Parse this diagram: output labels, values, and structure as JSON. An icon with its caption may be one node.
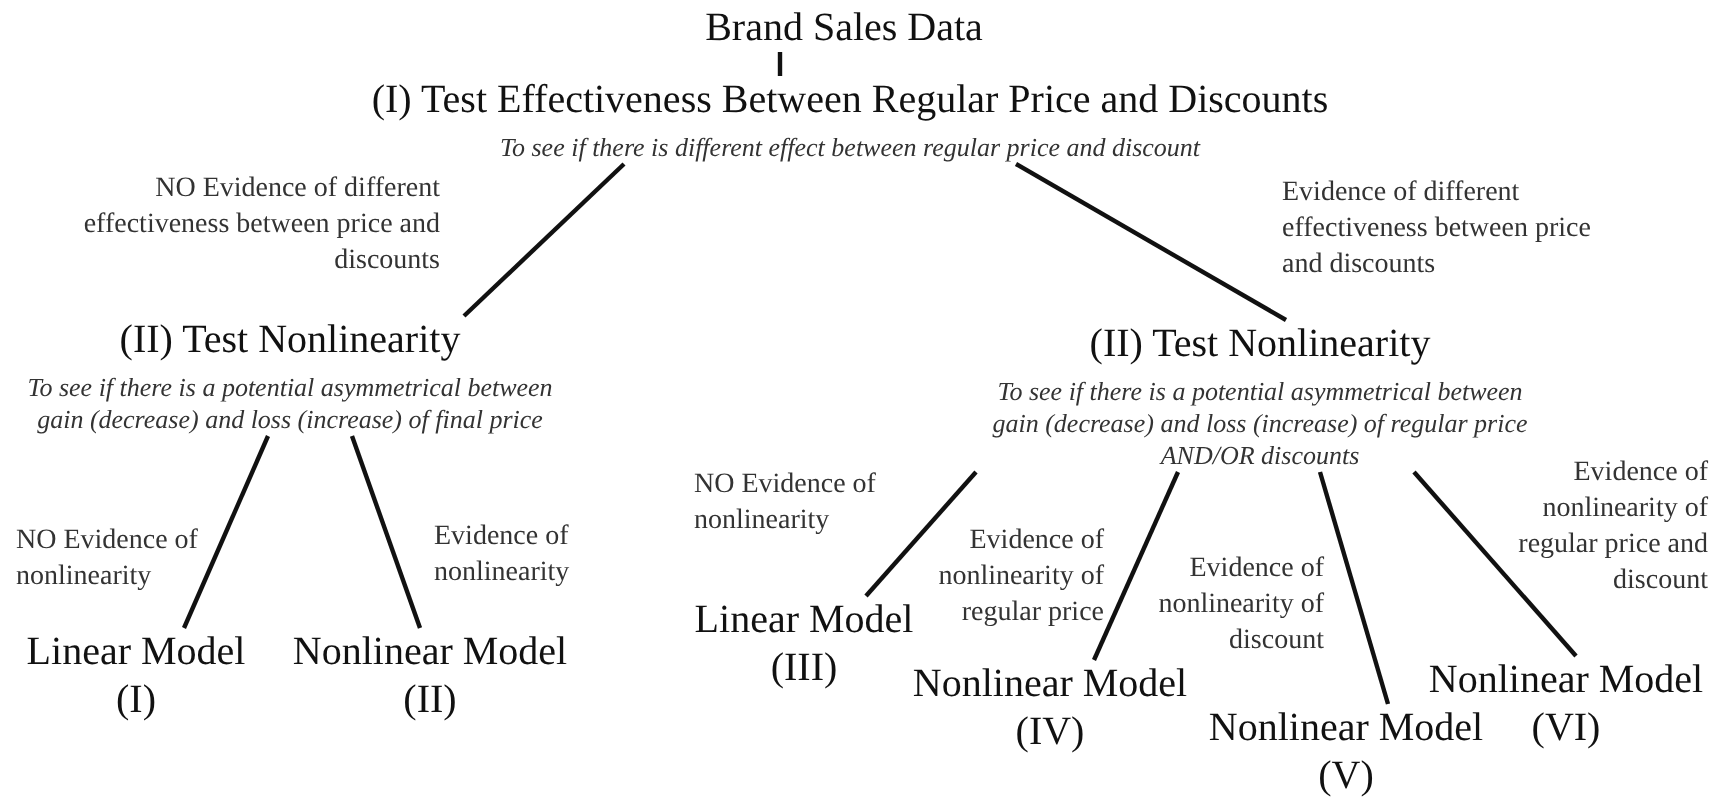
{
  "diagram": {
    "nodes": [
      {
        "text": [
          "Brand Sales Data"
        ]
      },
      {
        "text": [
          "(I) Test Effectiveness Between Regular Price and Discounts",
          "To see if there is different effect between regular price and discount"
        ]
      },
      {
        "text": [
          "(II) Test Nonlinearity",
          "To see if there is a potential asymmetrical between gain (decrease) and loss (increase) of final price"
        ]
      },
      {
        "text": [
          "(II) Test Nonlinearity",
          "To see if there is a potential asymmetrical between gain (decrease) and loss (increase) of regular price AND/OR discounts"
        ]
      },
      {
        "text": [
          "Linear Model (I)"
        ]
      },
      {
        "text": [
          "Nonlinear Model (II)"
        ]
      },
      {
        "text": [
          "Linear Model (III)"
        ]
      },
      {
        "text": [
          "Nonlinear Model (IV)"
        ]
      },
      {
        "text": [
          "Nonlinear Model (V)"
        ]
      },
      {
        "text": [
          "Nonlinear Model (VI)"
        ]
      }
    ],
    "edges": [
      {
        "from": 0,
        "to": 1,
        "arrow": "none"
      },
      {
        "from": 1,
        "to": 2,
        "arrow": "none",
        "label": "NO Evidence of different effectiveness between price and discounts"
      },
      {
        "from": 1,
        "to": 3,
        "arrow": "none",
        "label": "Evidence of different effectiveness between price and discounts"
      },
      {
        "from": 2,
        "to": 4,
        "arrow": "none",
        "label": "NO Evidence of nonlinearity"
      },
      {
        "from": 2,
        "to": 5,
        "arrow": "none",
        "label": "Evidence of nonlinearity"
      },
      {
        "from": 3,
        "to": 6,
        "arrow": "none",
        "label": "NO Evidence of nonlinearity"
      },
      {
        "from": 3,
        "to": 7,
        "arrow": "none",
        "label": "Evidence of nonlinearity of regular price"
      },
      {
        "from": 3,
        "to": 8,
        "arrow": "none",
        "label": "Evidence of nonlinearity of discount"
      },
      {
        "from": 3,
        "to": 9,
        "arrow": "none",
        "label": "Evidence of nonlinearity of regular price and discount"
      }
    ]
  }
}
